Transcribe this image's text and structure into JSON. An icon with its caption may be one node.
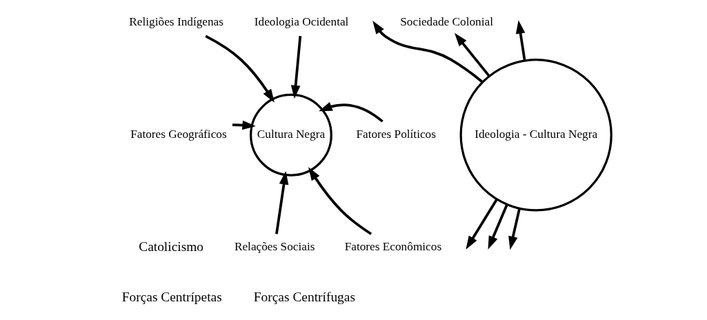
{
  "diagram": {
    "nodes": [
      {
        "text": [
          "Cultura Negra"
        ]
      },
      {
        "text": [
          "Religiões Indígenas"
        ]
      },
      {
        "text": [
          "Ideologia Ocidental"
        ]
      },
      {
        "text": [
          "Fatores Geográficos"
        ]
      },
      {
        "text": [
          "Fatores Políticos"
        ]
      },
      {
        "text": [
          "Fatores Econômicos"
        ]
      },
      {
        "text": [
          "Relações Sociais"
        ]
      },
      {
        "text": [
          "Ideologia - Cultura Negra"
        ]
      },
      {
        "text": [
          "Sociedade Colonial"
        ]
      }
    ],
    "edges": [
      {
        "from": 1,
        "to": 0,
        "arrow": "to"
      },
      {
        "from": 2,
        "to": 0,
        "arrow": "to"
      },
      {
        "from": 4,
        "to": 0,
        "arrow": "to"
      },
      {
        "from": 3,
        "to": 0,
        "arrow": "to"
      },
      {
        "from": 5,
        "to": 0,
        "arrow": "to"
      },
      {
        "from": 6,
        "to": 0,
        "arrow": "to"
      },
      {
        "from": 7,
        "to": 8,
        "arrow": "to"
      },
      {
        "from": 7,
        "to": null,
        "arrow": "to"
      },
      {
        "from": 7,
        "to": null,
        "arrow": "to"
      },
      {
        "from": 7,
        "to": null,
        "arrow": "to"
      },
      {
        "from": 7,
        "to": null,
        "arrow": "to"
      },
      {
        "from": 7,
        "to": null,
        "arrow": "to"
      }
    ],
    "labels": [
      "Catolicismo",
      "Forças Centrípetas",
      "Forças Centrífugas"
    ]
  }
}
